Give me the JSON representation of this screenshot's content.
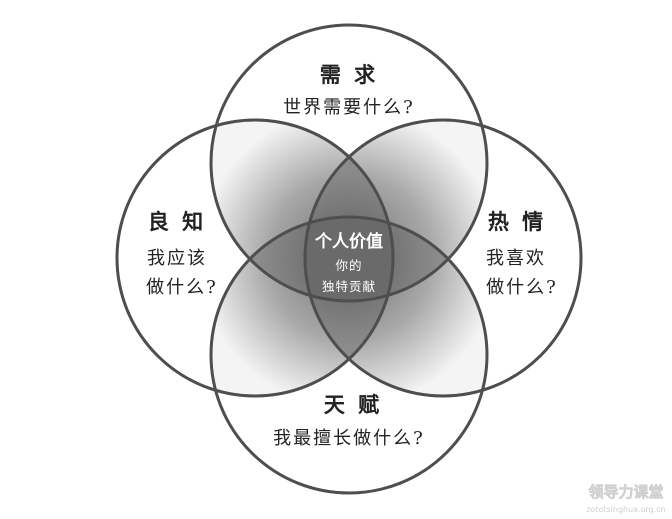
{
  "diagram": {
    "top": {
      "title": "需 求",
      "question": "世界需要什么?"
    },
    "left": {
      "title": "良 知",
      "question_line1": "我应该",
      "question_line2": "做什么?"
    },
    "right": {
      "title": "热 情",
      "question_line1": "我喜欢",
      "question_line2": "做什么?"
    },
    "bottom": {
      "title": "天 赋",
      "question": "我最擅长做什么?"
    },
    "center": {
      "title": "个人价值",
      "sub_line1": "你的",
      "sub_line2": "独特贡献"
    }
  },
  "watermark": {
    "line1": "领导力课堂",
    "line2": "zototsinghua.org.cn"
  },
  "colors": {
    "circle_stroke": "#555555",
    "overlap_two": "#9a9a9a",
    "overlap_three": "#7a7a7a",
    "center": "#6e6e6e",
    "text": "#222222"
  }
}
